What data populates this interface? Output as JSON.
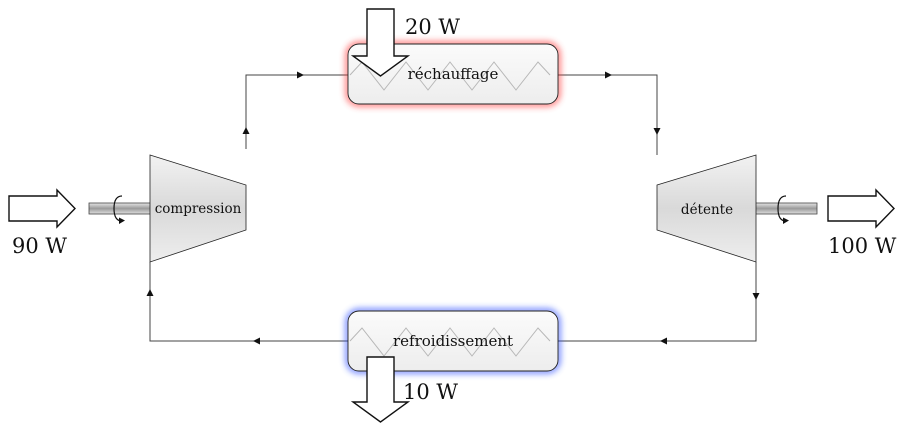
{
  "units": {
    "compression": "compression",
    "turbine": "détente",
    "heater": "réchauffage",
    "cooler": "refroidissement"
  },
  "energy_flows": {
    "work_in": "90 W",
    "heat_in": "20 W",
    "work_out": "100 W",
    "heat_out": "10 W"
  },
  "colors": {
    "heater_glow": "#ff3b3b",
    "cooler_glow": "#2e4fff"
  }
}
